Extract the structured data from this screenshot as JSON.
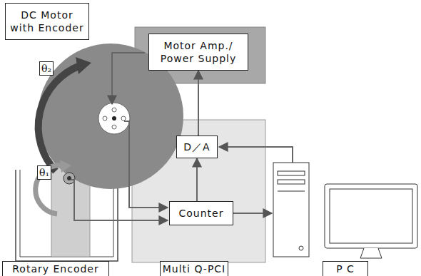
{
  "diagram": {
    "nodes": [
      {
        "text": [
          "DC Motor with Encoder"
        ]
      },
      {
        "text": [
          "Motor Amp./ Power Supply"
        ]
      },
      {
        "text": [
          "D／A"
        ]
      },
      {
        "text": [
          "Counter"
        ]
      },
      {
        "text": [
          "Rotary Encoder"
        ]
      },
      {
        "text": [
          "Multi Q-PCI"
        ]
      },
      {
        "text": [
          "P C"
        ]
      }
    ],
    "edges": [
      {
        "from": 3,
        "to": 2,
        "arrow": "to"
      },
      {
        "from": 2,
        "to": 1,
        "arrow": "to"
      }
    ],
    "labels": [
      "θ₂",
      "θ₁"
    ]
  }
}
